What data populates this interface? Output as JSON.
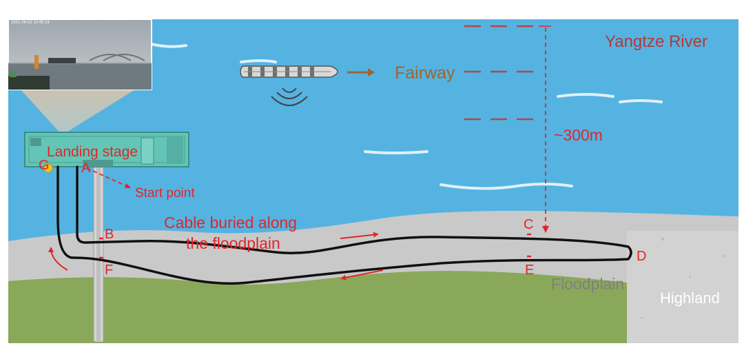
{
  "colors": {
    "river": "#55b3e1",
    "wave": "#dff1fb",
    "floodplain": "#c9c9c9",
    "grass": "#8aa85a",
    "highland": "#d2d2d2",
    "landing_stage": "#63c5b6",
    "cable": "#111111",
    "red_label": "#e0262a",
    "fairway_text": "#a0642f",
    "river_label": "#b03a3a",
    "floodplain_text": "#808080",
    "highland_text": "#ffffff",
    "ship_arrow": "#a0642f"
  },
  "labels": {
    "river": "Yangtze River",
    "fairway": "Fairway",
    "distance": "~300m",
    "landing_stage": "Landing stage",
    "start_point": "Start point",
    "cable_line1": "Cable buried along",
    "cable_line2": "the floodplain",
    "floodplain": "Floodplain",
    "highland": "Highland",
    "photo_timestamp": "2021-06-02 10:45:18"
  },
  "points": {
    "A": "A",
    "B": "B",
    "C": "C",
    "D": "D",
    "E": "E",
    "F": "F",
    "G": "G"
  },
  "icons": {
    "ship": "ship-icon",
    "sonar": "sonar-waves-icon",
    "photo": "camera-photo-inset"
  }
}
